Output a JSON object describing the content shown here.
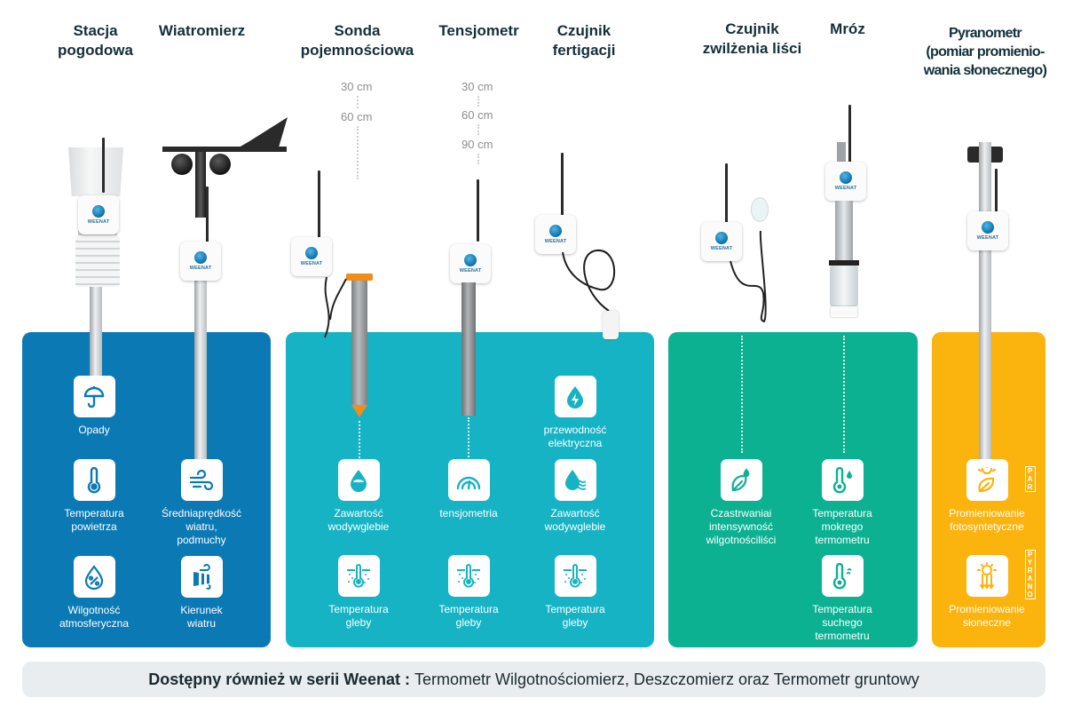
{
  "products": [
    {
      "id": "weather-station",
      "title": [
        "Stacja",
        "pogodowa"
      ]
    },
    {
      "id": "anemometer",
      "title": [
        "Wiatromierz"
      ]
    },
    {
      "id": "capacitance-probe",
      "title": [
        "Sonda",
        "pojemnościowa"
      ],
      "depths": [
        "30 cm",
        "60 cm"
      ]
    },
    {
      "id": "tensiometer",
      "title": [
        "Tensjometr"
      ],
      "depths": [
        "30 cm",
        "60 cm",
        "90 cm"
      ]
    },
    {
      "id": "fertigation-sensor",
      "title": [
        "Czujnik",
        "fertigacji"
      ]
    },
    {
      "id": "leaf-wetness-sensor",
      "title": [
        "Czujnik",
        "zwilżenia liści"
      ]
    },
    {
      "id": "frost",
      "title": [
        "Mróz"
      ]
    },
    {
      "id": "pyranometer",
      "title": [
        "Pyranometr",
        "(pomiar promienio-",
        "wania słonecznego)"
      ]
    }
  ],
  "device_brand": "WEENAT",
  "panels": {
    "blue": {
      "color": "#0b79b4",
      "metrics": [
        {
          "icon": "umbrella-icon",
          "label": [
            "Opady"
          ]
        },
        {
          "icon": "thermometer-icon",
          "label": [
            "Temperatura",
            "powietrza"
          ]
        },
        {
          "icon": "wind-icon",
          "label": [
            "Średniaprędkość",
            "wiatru,",
            "podmuchy"
          ]
        },
        {
          "icon": "humidity-drop-percent-icon",
          "label": [
            "Wilgotność",
            "atmosferyczna"
          ]
        },
        {
          "icon": "windsock-icon",
          "label": [
            "Kierunek",
            "wiatru"
          ]
        }
      ]
    },
    "cyan": {
      "color": "#16b3c4",
      "metrics": [
        {
          "icon": "conductivity-drop-icon",
          "label": [
            "przewodność",
            "elektryczna"
          ]
        },
        {
          "icon": "water-drop-icon",
          "label": [
            "Zawartość",
            "wodywglebie"
          ]
        },
        {
          "icon": "gauge-icon",
          "label": [
            "tensjometria"
          ]
        },
        {
          "icon": "soil-water-icon",
          "label": [
            "Zawartość",
            "wodywglebie"
          ]
        },
        {
          "icon": "soil-thermometer-icon",
          "label": [
            "Temperatura",
            "gleby"
          ]
        },
        {
          "icon": "soil-thermometer-icon",
          "label": [
            "Temperatura",
            "gleby"
          ]
        },
        {
          "icon": "soil-thermometer-icon",
          "label": [
            "Temperatura",
            "gleby"
          ]
        }
      ]
    },
    "green": {
      "color": "#0cb192",
      "metrics": [
        {
          "icon": "leaf-wetness-icon",
          "label": [
            "Czastrwaniai",
            "intensywność",
            "wilgotnościliści"
          ]
        },
        {
          "icon": "wet-thermometer-icon",
          "label": [
            "Temperatura",
            "mokrego",
            "termometru"
          ]
        },
        {
          "icon": "dry-thermometer-icon",
          "label": [
            "Temperatura",
            "suchego",
            "termometru"
          ]
        }
      ]
    },
    "orange": {
      "color": "#fbb30e",
      "metrics": [
        {
          "icon": "par-leaf-sun-icon",
          "badge": "PAR",
          "label": [
            "Promieniowanie",
            "fotosyntetyczne"
          ]
        },
        {
          "icon": "pyrano-sun-icon",
          "badge": "PYRANO",
          "label": [
            "Promieniowanie",
            "słoneczne"
          ]
        }
      ]
    }
  },
  "footer": {
    "bold": "Dostępny również w serii Weenat :",
    "text": "Termometr Wilgotnościomierz, Deszczomierz oraz Termometr gruntowy"
  }
}
